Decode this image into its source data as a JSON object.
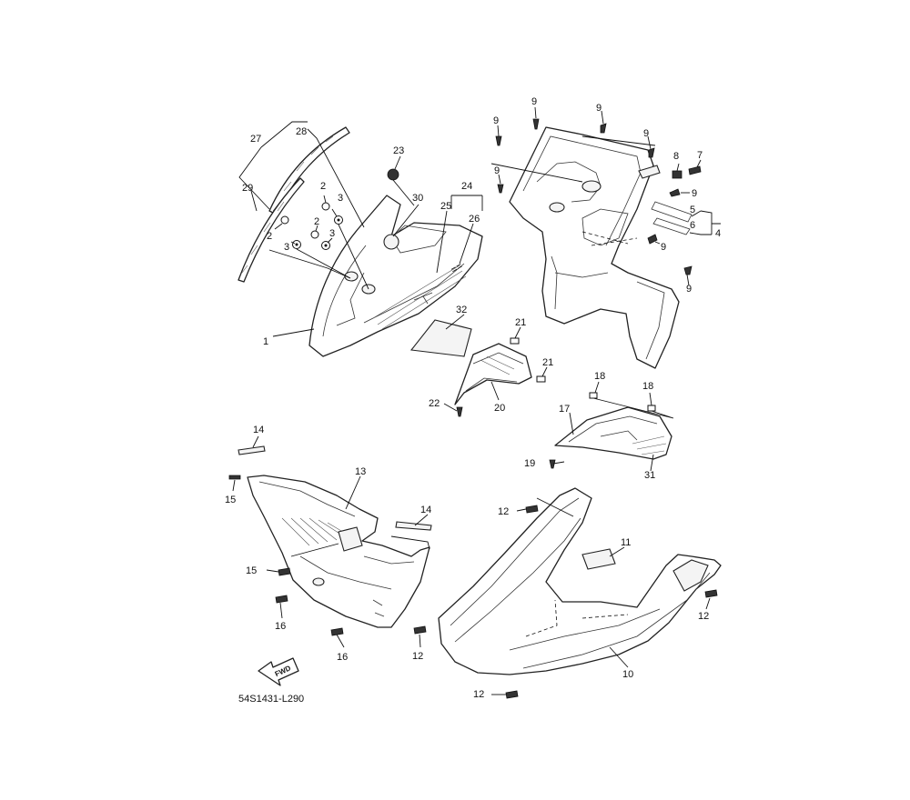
{
  "diagram": {
    "callouts": {
      "c1": "1",
      "c2a": "2",
      "c2b": "2",
      "c2c": "2",
      "c3a": "3",
      "c3b": "3",
      "c3c": "3",
      "c4": "4",
      "c5": "5",
      "c6": "6",
      "c7": "7",
      "c8": "8",
      "c9a": "9",
      "c9b": "9",
      "c9c": "9",
      "c9d": "9",
      "c9e": "9",
      "c9f": "9",
      "c9g": "9",
      "c9h": "9",
      "c10": "10",
      "c11": "11",
      "c12a": "12",
      "c12b": "12",
      "c12c": "12",
      "c12d": "12",
      "c13": "13",
      "c14a": "14",
      "c14b": "14",
      "c15a": "15",
      "c15b": "15",
      "c16a": "16",
      "c16b": "16",
      "c17": "17",
      "c18a": "18",
      "c18b": "18",
      "c19": "19",
      "c20": "20",
      "c21a": "21",
      "c21b": "21",
      "c22": "22",
      "c23": "23",
      "c24": "24",
      "c25": "25",
      "c26": "26",
      "c27": "27",
      "c28": "28",
      "c29": "29",
      "c30": "30",
      "c31": "31",
      "c32": "32"
    },
    "fwd_label": "FWD",
    "drawing_code": "54S1431-L290"
  }
}
